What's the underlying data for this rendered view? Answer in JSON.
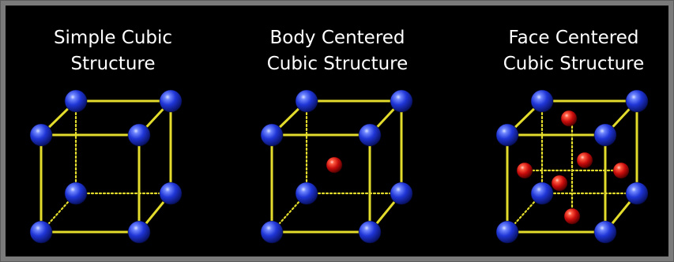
{
  "panels": [
    {
      "id": "simple-cubic",
      "title_lines": [
        "Simple Cubic",
        "Structure"
      ],
      "body_center_atom": false,
      "face_center_atoms": false
    },
    {
      "id": "body-centered-cubic",
      "title_lines": [
        "Body Centered",
        "Cubic Structure"
      ],
      "body_center_atom": true,
      "face_center_atoms": false
    },
    {
      "id": "face-centered-cubic",
      "title_lines": [
        "Face Centered",
        "Cubic Structure"
      ],
      "body_center_atom": false,
      "face_center_atoms": true
    }
  ],
  "colors": {
    "background": "#000000",
    "frame": "#7a7a7a",
    "edge": "#e3dc2c",
    "corner_atom": "#1f35d6",
    "center_atom": "#d40e0e",
    "title_text": "#ffffff"
  }
}
